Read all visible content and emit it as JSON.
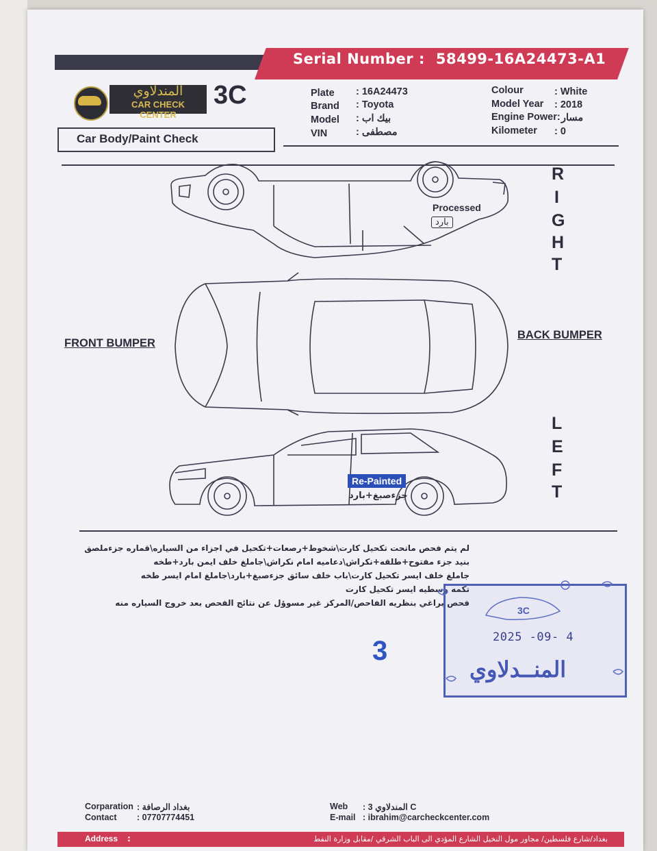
{
  "header": {
    "serial_label": "Serial Number :",
    "serial_value": "58499-16A24473-A1"
  },
  "logo": {
    "arabic": "المندلاوي",
    "english": "CAR CHECK CENTER",
    "mark": "3C"
  },
  "vehicle": {
    "left_labels": [
      "Plate",
      "Brand",
      "Model",
      "VIN"
    ],
    "left_values": [
      ": 16A24473",
      ": Toyota",
      ": بيك اب",
      ": مصطفى"
    ],
    "right_labels": [
      "Colour",
      "Model Year",
      "Engine Power:",
      "Kilometer"
    ],
    "right_values": [
      ": White",
      ": 2018",
      "مسار",
      ": 0"
    ]
  },
  "section_title": "Car Body/Paint Check",
  "sides": {
    "right": [
      "R",
      "I",
      "G",
      "H",
      "T"
    ],
    "left": [
      "L",
      "E",
      "F",
      "T"
    ],
    "front": "FRONT BUMPER",
    "back": "BACK BUMPER"
  },
  "tags": {
    "processed": "Processed",
    "processed_ar": "بارد",
    "repainted": "Re-Painted",
    "repainted_ar": "جزءصبغ+بارد"
  },
  "notes": [
    "لم يتم فحص ماتحت تكحيل كارت\\شخوط+رصعات+تكحيل في اجزاء من السياره\\قماره جزءملصق",
    "بنيد جزء مفتوح+طلقه+نكراش\\دعاميه امام نكراش\\جاملغ خلف ايمن بارد+طخه",
    "جاملغ خلف ايسر تكحيل كارت\\باب خلف سائق جزءصبغ+بارد\\جاملغ امام ايسر طخه",
    "تكمه وسطيه ايسر تكحيل كارت",
    "فحص براغي بنظريه الفاحص/المركز غير مسوؤل عن نتائج الفحص بعد خروج السياره منه"
  ],
  "page_number": "3",
  "stamp": {
    "mark": "3C",
    "date": "2025 -09-  4",
    "name": "المنــدلاوي"
  },
  "footer": {
    "corporation_label": "Corparation",
    "corporation_value": ":  بغداد الرصافة",
    "contact_label": "Contact",
    "contact_value": ":  07707774451",
    "web_label": "Web",
    "web_value": ":  3 المندلاوي C",
    "email_label": "E-mail",
    "email_value": ":  ibrahim@carcheckcenter.com",
    "address_label": "Address",
    "address_value": "بغداد/شارع فلسطين/ مجاور مول النخيل الشارع المؤدي الى الباب الشرقي /مقابل وزارة النفط"
  },
  "colors": {
    "accent_red": "#cf3b55",
    "stamp_blue": "#4e5fb8",
    "repainted_blue": "#2a4fb8"
  }
}
